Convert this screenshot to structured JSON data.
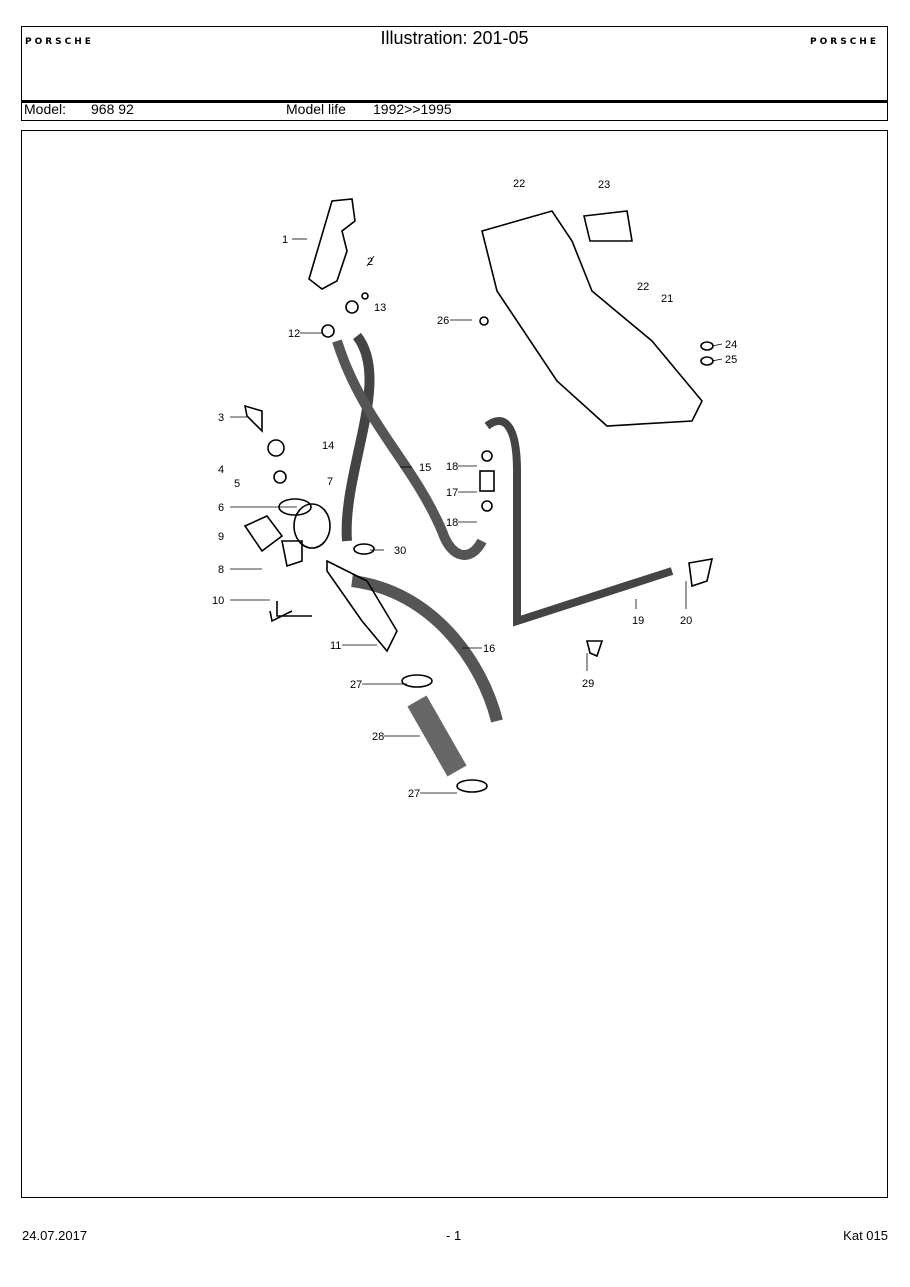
{
  "header": {
    "brand_left": "PORSCHE",
    "brand_right": "PORSCHE",
    "title": "Illustration: 201-05",
    "model_label": "Model:",
    "model_value": "968 92",
    "model_life_label": "Model life",
    "model_life_value": "1992>>1995"
  },
  "diagram": {
    "callouts": [
      "1",
      "2",
      "3",
      "4",
      "5",
      "6",
      "7",
      "8",
      "9",
      "10",
      "11",
      "12",
      "13",
      "14",
      "15",
      "16",
      "17",
      "18",
      "18",
      "19",
      "20",
      "21",
      "22",
      "22",
      "23",
      "24",
      "25",
      "26",
      "27",
      "27",
      "28",
      "29",
      "30"
    ]
  },
  "footer": {
    "date": "24.07.2017",
    "page": "- 1",
    "catalog": "Kat 015"
  }
}
